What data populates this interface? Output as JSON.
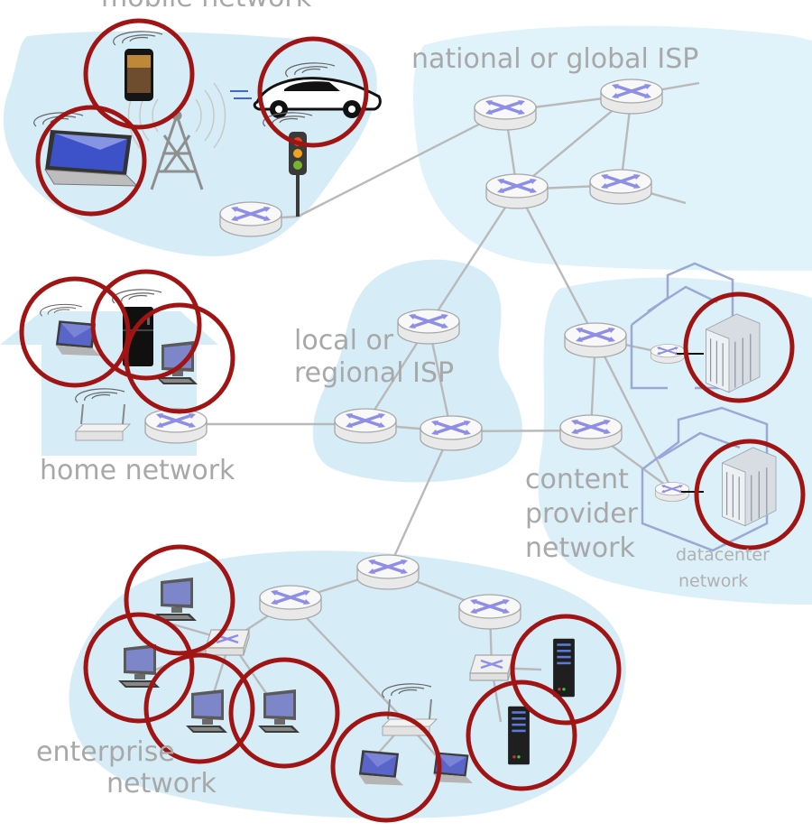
{
  "labels": {
    "mobile": "mobile network",
    "national": "national or global ISP",
    "local_1": "local or",
    "local_2": "regional ISP",
    "home": "home network",
    "content_1": "content",
    "content_2": "provider",
    "content_3": "network",
    "datacenter_1": "datacenter",
    "datacenter_2": "network",
    "enterprise_1": "enterprise",
    "enterprise_2": "network"
  },
  "colors": {
    "region_fill": "#d6edf8",
    "link": "#b9b9b9",
    "router_body": "#f4f4f4",
    "router_arrow": "#8e8ee6",
    "highlight_circle": "#a01414",
    "label_text": "#a8a8a8"
  },
  "icons": [
    "smartphone-icon",
    "car-icon",
    "traffic-light-icon",
    "laptop-icon",
    "cell-tower-icon",
    "router-icon",
    "switch-icon",
    "desktop-icon",
    "fridge-icon",
    "server-rack-icon",
    "wireless-access-point-icon",
    "datacenter-building-icon"
  ]
}
